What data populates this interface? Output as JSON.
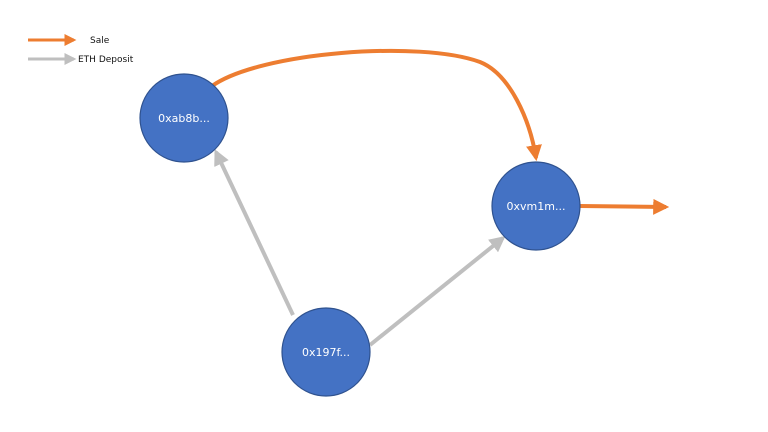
{
  "legend": {
    "items": [
      {
        "label": "Sale",
        "color": "#ED7D31"
      },
      {
        "label": "ETH Deposit",
        "color": "#BFBFBF"
      }
    ]
  },
  "nodes": [
    {
      "id": "n1",
      "label": "0xab8b..."
    },
    {
      "id": "n2",
      "label": "0xvm1m..."
    },
    {
      "id": "n3",
      "label": "0x197f..."
    }
  ],
  "edges": [
    {
      "from": "n1",
      "to": "n2",
      "kind": "Sale"
    },
    {
      "from": "n3",
      "to": "n1",
      "kind": "ETH Deposit"
    },
    {
      "from": "n3",
      "to": "n2",
      "kind": "ETH Deposit"
    },
    {
      "from": "n2",
      "to": "",
      "kind": "Sale"
    }
  ],
  "colors": {
    "node_fill": "#4472C4",
    "node_stroke": "#2F528F",
    "sale": "#ED7D31",
    "deposit": "#BFBFBF"
  }
}
